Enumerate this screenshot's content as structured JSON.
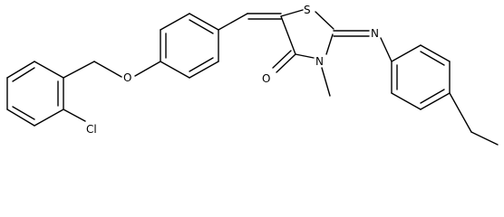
{
  "structure": {
    "atoms": {
      "sulfur": "S",
      "nitrogen_imine": "N",
      "nitrogen_ring": "N",
      "oxygen_ether": "O",
      "oxygen_carbonyl": "O",
      "chlorine": "Cl"
    }
  },
  "colors": {
    "background": "#ffffff",
    "bonds": "#000000",
    "labels": "#000000"
  }
}
